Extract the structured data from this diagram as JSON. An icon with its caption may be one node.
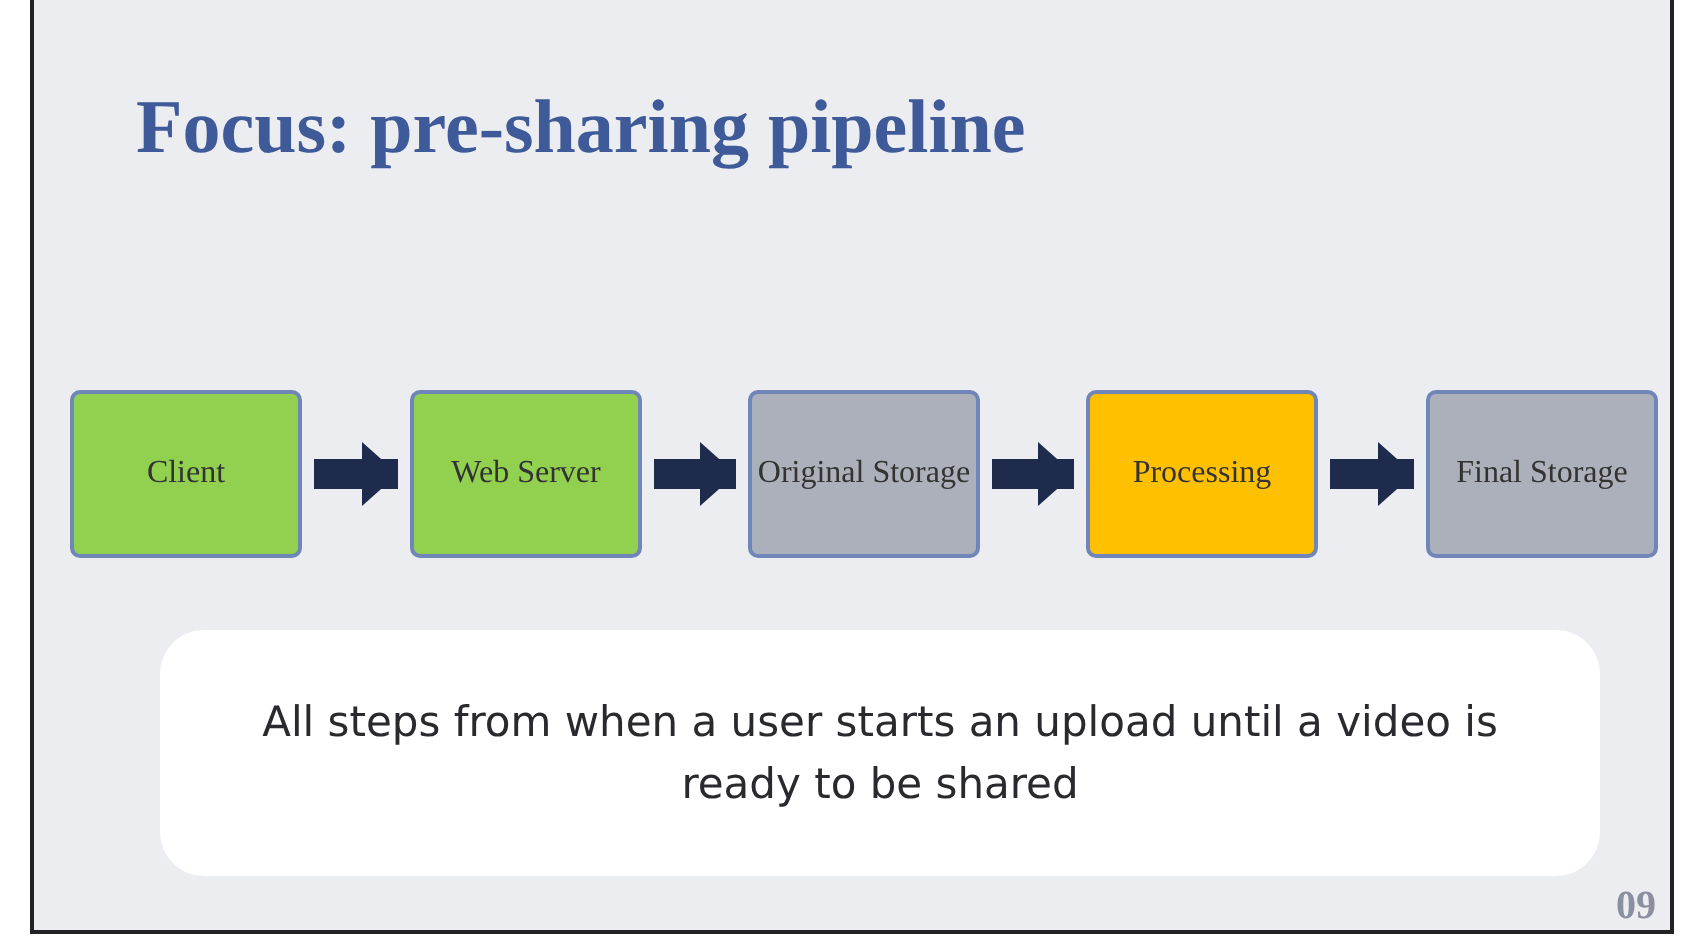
{
  "diagram": {
    "title": "Focus: pre-sharing pipeline",
    "nodes": [
      {
        "text": [
          "Client"
        ]
      },
      {
        "text": [
          "Web Server"
        ]
      },
      {
        "text": [
          "Original Storage"
        ]
      },
      {
        "text": [
          "Processing"
        ]
      },
      {
        "text": [
          "Final Storage"
        ]
      },
      {
        "text": [
          "All steps from when a user starts an upload until a video is ready to be shared"
        ]
      }
    ],
    "edges": [
      {
        "from": 0,
        "to": 1,
        "arrow": "to"
      },
      {
        "from": 1,
        "to": 2,
        "arrow": "to"
      },
      {
        "from": 2,
        "to": 3,
        "arrow": "to"
      },
      {
        "from": 3,
        "to": 4,
        "arrow": "to"
      }
    ],
    "labels": [
      "09"
    ]
  }
}
